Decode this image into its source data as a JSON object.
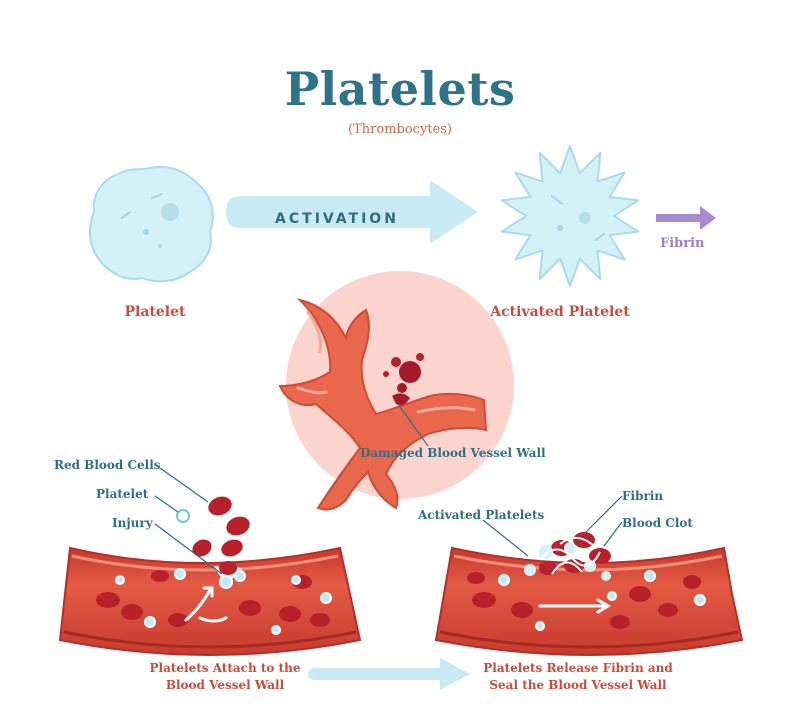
{
  "title": "Platelets",
  "subtitle": "(Thrombocytes)",
  "activation_label": "ACTIVATION",
  "labels": {
    "platelet": "Platelet",
    "activated_platelet": "Activated Platelet",
    "fibrin": "Fibrin",
    "damaged_wall": "Damaged Blood Vessel Wall",
    "red_blood_cells": "Red Blood Cells",
    "platelet_small": "Platelet",
    "injury": "Injury",
    "activated_platelets": "Activated Platelets",
    "fibrin_small": "Fibrin",
    "blood_clot": "Blood Clot"
  },
  "captions": {
    "left_line1": "Platelets Attach to the",
    "left_line2": "Blood Vessel Wall",
    "right_line1": "Platelets Release Fibrin and",
    "right_line2": "Seal the Blood Vessel Wall"
  },
  "colors": {
    "title": "#2d7488",
    "label_red": "#cc4a39",
    "label_blue": "#2f6f86",
    "fibrin_purple": "#9b7fc4",
    "arrow_blue": "#c7eaf4",
    "platelet_fill": "#d4f1f8",
    "vessel_red": "#e0533f",
    "blood_dark": "#b8202a"
  },
  "icons": [
    "platelet-icon",
    "activated-platelet-icon",
    "fibrin-arrow-icon",
    "vessel-icon",
    "blood-cell-icon"
  ]
}
